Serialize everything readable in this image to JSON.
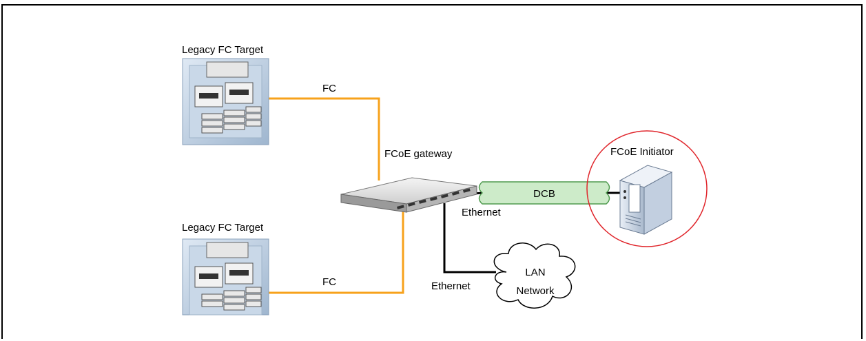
{
  "diagram": {
    "legacy_target_top": "Legacy FC Target",
    "legacy_target_bottom": "Legacy FC Target",
    "fc_link_top": "FC",
    "fc_link_bottom": "FC",
    "gateway": "FCoE gateway",
    "initiator": "FCoE Initiator",
    "dcb": "DCB",
    "ethernet_initiator": "Ethernet",
    "ethernet_lan": "Ethernet",
    "lan_line1": "LAN",
    "lan_line2": "Network"
  },
  "colors": {
    "fc_link": "#F7A21B",
    "ethernet_link": "#000000",
    "dcb_fill": "#CDEBC9",
    "dcb_stroke": "#4E9A4E",
    "initiator_circle": "#E0252B"
  }
}
